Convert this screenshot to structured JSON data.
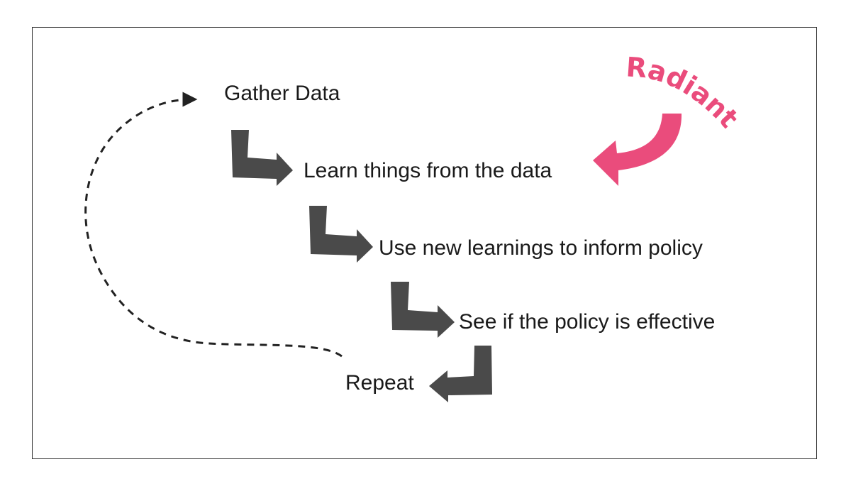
{
  "steps": [
    {
      "label": "Gather Data"
    },
    {
      "label": "Learn things from the data"
    },
    {
      "label": "Use new learnings to inform policy"
    },
    {
      "label": "See if the policy is effective"
    },
    {
      "label": "Repeat"
    }
  ],
  "brand": {
    "name": "Radiant",
    "color": "#ea4c7c"
  },
  "colors": {
    "arrow": "#4a4a4a",
    "dashed_arrow": "#222222",
    "text": "#1a1a1a",
    "frame_border": "#333333"
  },
  "icons": {
    "step_connector": "elbow-arrow-icon",
    "loop_back": "dashed-curved-arrow-icon",
    "brand_pointer": "curved-arrow-icon"
  }
}
